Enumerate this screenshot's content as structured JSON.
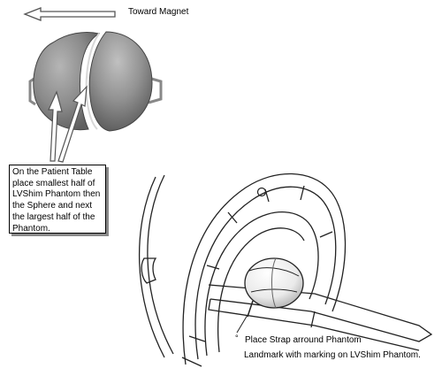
{
  "arrow_label": "Toward Magnet",
  "callout_lines": [
    "On the Patient Table",
    "place smallest half of",
    "LVShim Phantom then",
    "the Sphere and next",
    "the largest half of the",
    "Phantom."
  ],
  "strap_bullet": "°",
  "strap_label": "Place Strap arround Phantom",
  "landmark_label": "Landmark with marking on LVShim Phantom.",
  "colors": {
    "arrow": "#555555",
    "sphere": "#8a8a8a",
    "sphere_dark": "#6f6f6f",
    "outline": "#222222"
  }
}
